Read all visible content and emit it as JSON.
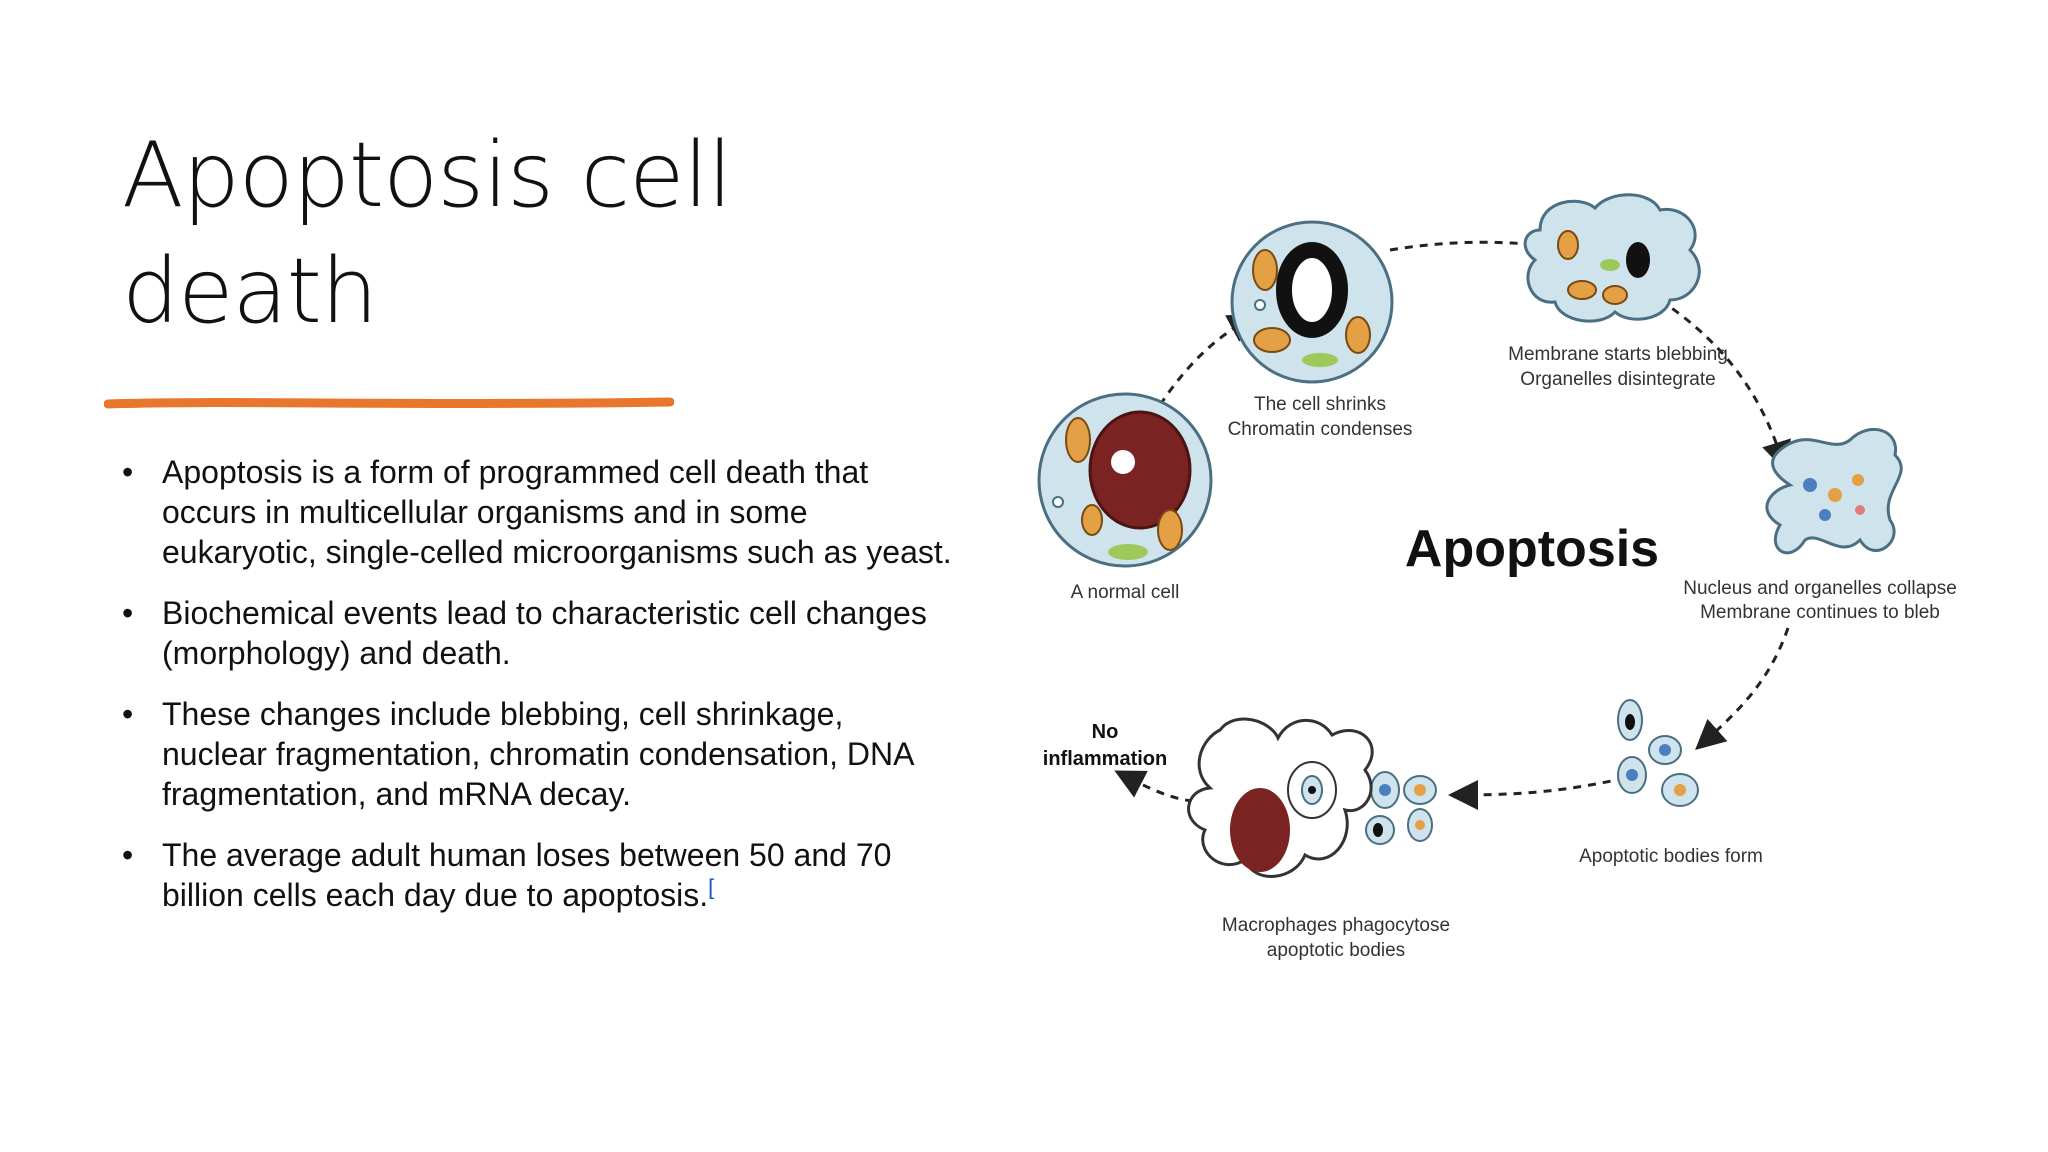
{
  "slide": {
    "title_line1": "Apoptosis cell",
    "title_line2": "death",
    "accent_color": "#e8762d",
    "bullets": [
      "Apoptosis is a form of programmed cell death that occurs in multicellular organisms and in some eukaryotic, single-celled microorganisms such as yeast.",
      "Biochemical events lead to characteristic cell changes (morphology) and death.",
      "These changes include blebbing, cell shrinkage, nuclear fragmentation, chromatin condensation, DNA fragmentation, and mRNA decay.",
      "The average adult human loses between 50 and 70 billion cells each day due to apoptosis."
    ],
    "bullet_symbol": "•",
    "reference_marker": "[",
    "diagram": {
      "center_label": "Apoptosis",
      "normal_cell": "A normal cell",
      "shrink_line1": "The cell shrinks",
      "shrink_line2": "Chromatin condenses",
      "bleb_line1": "Membrane starts blebbing",
      "bleb_line2": "Organelles disintegrate",
      "collapse_line1": "Nucleus and organelles collapse",
      "collapse_line2": "Membrane continues to bleb",
      "bodies": "Apoptotic bodies form",
      "macro_line1": "Macrophages phagocytose",
      "macro_line2": "apoptotic bodies",
      "no_line1": "No",
      "no_line2": "inflammation"
    }
  }
}
